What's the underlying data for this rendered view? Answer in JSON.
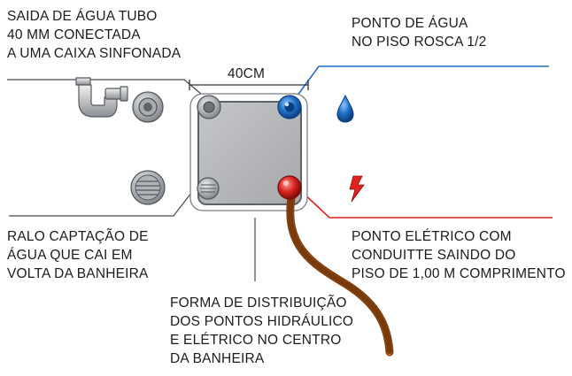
{
  "labels": {
    "drain_outlet": [
      "SAIDA DE ÁGUA TUBO",
      "40 MM CONECTADA",
      "A UMA CAIXA SINFONADA"
    ],
    "water_point": [
      "PONTO DE ÁGUA",
      "NO PISO ROSCA 1/2"
    ],
    "floor_drain": [
      "RALO CAPTAÇÃO DE",
      "ÁGUA QUE CAI EM",
      "VOLTA DA BANHEIRA"
    ],
    "electric_point": [
      "PONTO ELÉTRICO COM",
      "CONDUITTE SAINDO DO",
      "PISO DE 1,00 M COMPRIMENTO"
    ],
    "distribution": [
      "FORMA DE DISTRIBUIÇÃO",
      "DOS PONTOS HIDRÁULICO",
      "E ELÉTRICO NO CENTRO",
      "DA BANHEIRA"
    ]
  },
  "dimension": "40CM",
  "icons": [
    "drain-pipe-icon",
    "drain-fitting-icon",
    "water-drop-icon",
    "floor-grate-icon",
    "electric-bolt-icon"
  ],
  "colors": {
    "water": "#1f6fc6",
    "electric": "#d8221d",
    "conduit": "#d9792a",
    "box": "#b3b5b8",
    "leader": "#4a4a4a"
  }
}
